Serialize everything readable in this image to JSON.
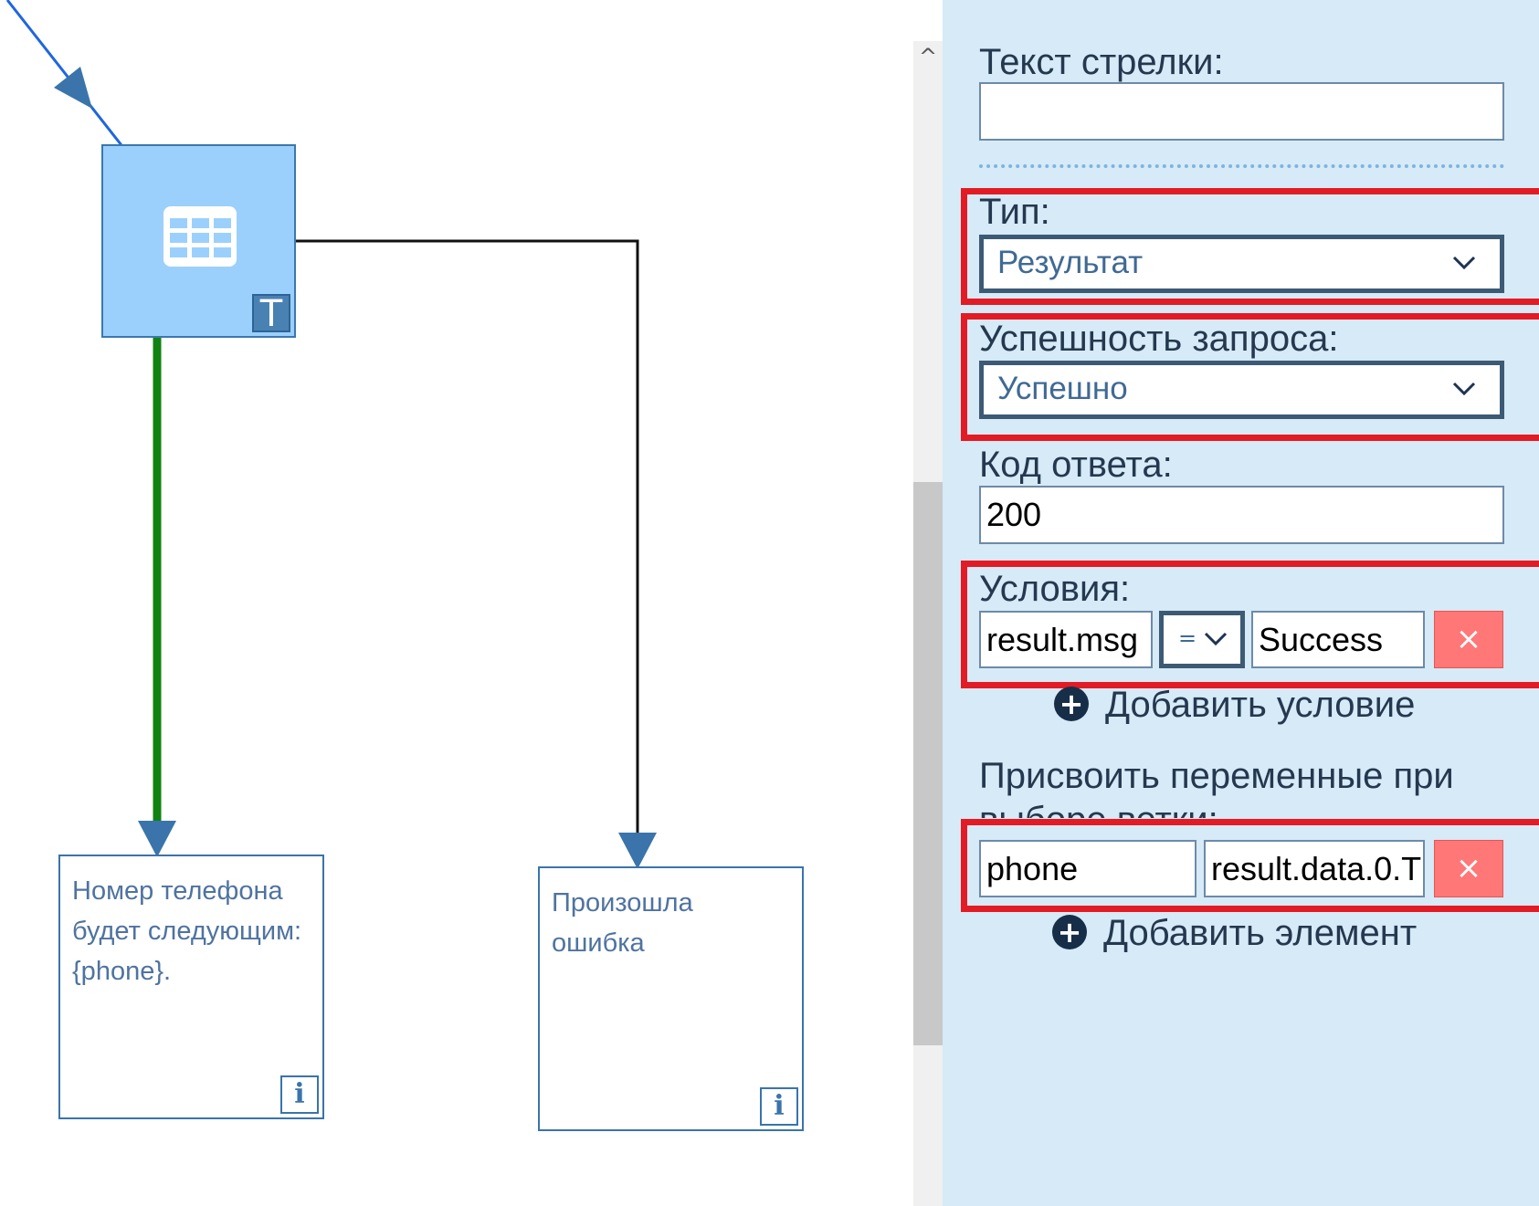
{
  "canvas": {
    "table_node": {
      "badge": "T"
    },
    "messages": [
      {
        "text": "Номер телефона будет следующим: {phone}.",
        "badge": "i"
      },
      {
        "text": "Произошла ошибка",
        "badge": "i"
      }
    ],
    "colors": {
      "node_fill": "#9cd0fc",
      "node_border": "#3a78ad",
      "success_link": "#118211",
      "arrow": "#3a74aa"
    }
  },
  "scrollbar": {
    "up_arrow": "^"
  },
  "panel": {
    "arrow_text_label": "Текст стрелки:",
    "arrow_text_value": "",
    "type_label": "Тип:",
    "type_value": "Результат",
    "success_label": "Успешность запроса:",
    "success_value": "Успешно",
    "code_label": "Код ответа:",
    "code_value": "200",
    "conditions_label": "Условия:",
    "condition": {
      "left": "result.msg",
      "operator": "=",
      "right": "Success",
      "delete": "×"
    },
    "add_condition": "Добавить условие",
    "assign_label": "Присвоить переменные при выборе ветки:",
    "assignment": {
      "variable": "phone",
      "value": "result.data.0.T",
      "delete": "×"
    },
    "add_element": "Добавить элемент",
    "colors": {
      "panel_bg": "#d6eaf7",
      "highlight": "#e21b25",
      "delete_bg": "#ff7777"
    }
  }
}
